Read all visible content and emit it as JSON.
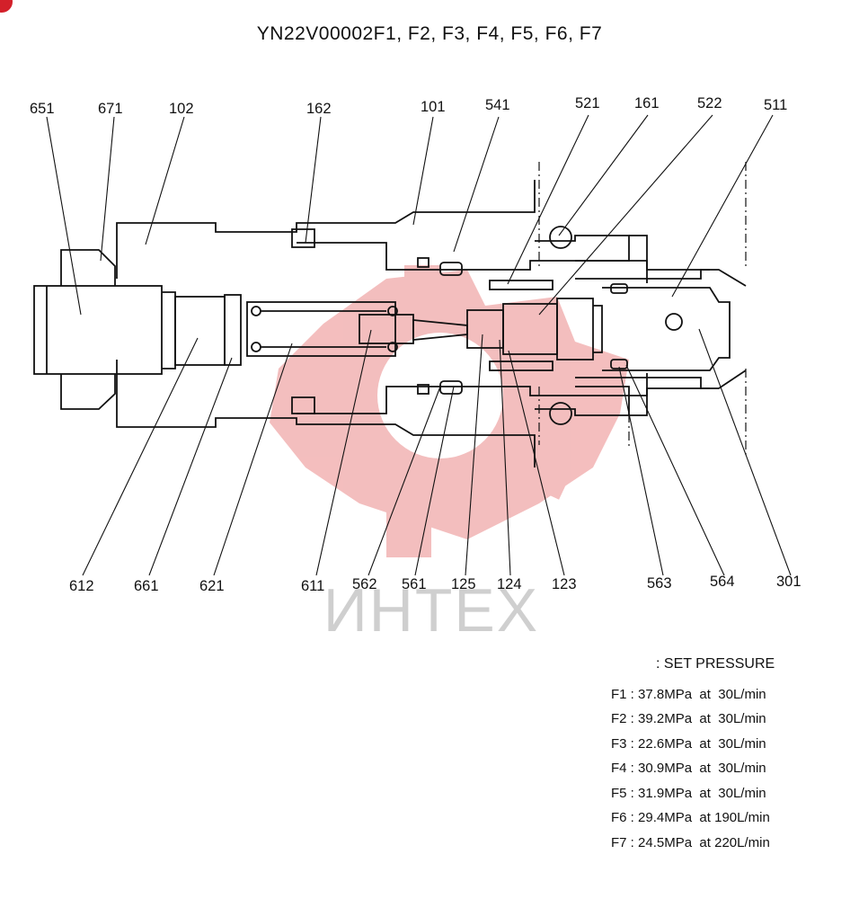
{
  "title": "YN22V00002F1, F2, F3, F4, F5, F6, F7",
  "watermark": "ИНТЕХ",
  "callouts_top": [
    "651",
    "671",
    "102",
    "162",
    "101",
    "541",
    "521",
    "161",
    "522",
    "511"
  ],
  "callouts_bottom": [
    "612",
    "661",
    "621",
    "611",
    "562",
    "561",
    "125",
    "124",
    "123",
    "563",
    "564",
    "301"
  ],
  "set_pressure": {
    "heading": ": SET PRESSURE",
    "rows": [
      {
        "id": "F1",
        "pressure": "37.8MPa",
        "at": "at",
        "flow": "30L/min"
      },
      {
        "id": "F2",
        "pressure": "39.2MPa",
        "at": "at",
        "flow": "30L/min"
      },
      {
        "id": "F3",
        "pressure": "22.6MPa",
        "at": "at",
        "flow": "30L/min"
      },
      {
        "id": "F4",
        "pressure": "30.9MPa",
        "at": "at",
        "flow": "30L/min"
      },
      {
        "id": "F5",
        "pressure": "31.9MPa",
        "at": "at",
        "flow": "30L/min"
      },
      {
        "id": "F6",
        "pressure": "29.4MPa",
        "at": "at",
        "flow": "190L/min"
      },
      {
        "id": "F7",
        "pressure": "24.5MPa",
        "at": "at",
        "flow": "220L/min"
      }
    ]
  },
  "colors": {
    "line": "#111111",
    "watermark_logo": "#f2b3b3",
    "watermark_text": "#cfcfcf",
    "badge": "#d3202a"
  }
}
